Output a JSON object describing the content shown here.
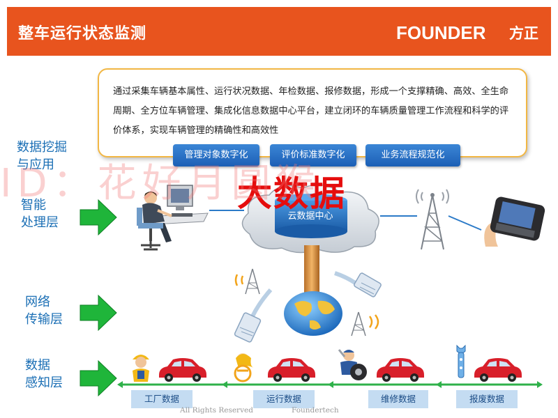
{
  "header": {
    "title": "整车运行状态监测",
    "logo_text": "FOUNDER",
    "logo_cn": "方正"
  },
  "intro": {
    "text": "通过采集车辆基本属性、运行状况数据、年检数据、报修数据，形成一个支撑精确、高效、全生命周期、全方位车辆管理、集成化信息数据中心平台，建立闭环的车辆质量管理工作流程和科学的评价体系，实现车辆管理的精确性和高效性"
  },
  "pills": [
    "管理对象数字化",
    "评价标准数字化",
    "业务流程规范化"
  ],
  "layers": {
    "mining": "数据挖掘\n与应用",
    "processing": "智能\n处理层",
    "network": "网络\n传输层",
    "sensing": "数据\n感知层"
  },
  "center": {
    "big_data": "大数据",
    "cloud_label": "云数据中心"
  },
  "watermark": "ID：花好月圆猴",
  "data_labels": [
    "工厂数据",
    "运行数据",
    "维修数据",
    "报废数据"
  ],
  "footer": {
    "rights": "All Rights Reserved",
    "company": "Foundertech"
  },
  "colors": {
    "header": "#e8541e",
    "arrow": "#1fb53a",
    "layer_text": "#1b6fb5",
    "big_data": "#e50d0d",
    "car": "#d81f2a",
    "timeline": "#2fb14a"
  }
}
